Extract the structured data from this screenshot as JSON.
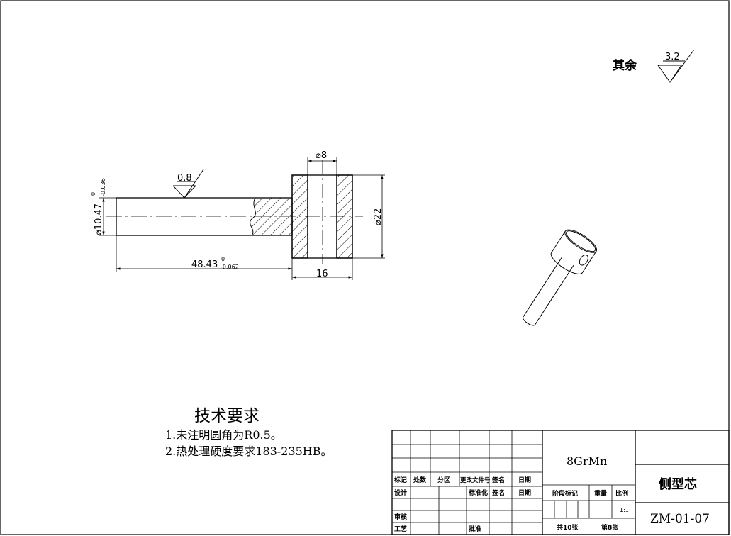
{
  "roughness": {
    "general_label": "其余",
    "general_value": "3.2",
    "shaft_value": "0.8"
  },
  "dimensions": {
    "hole_dia": "⌀8",
    "flange_dia": "⌀22",
    "shaft_dia": "⌀10.47",
    "shaft_dia_upper": "0",
    "shaft_dia_lower": "-0.036",
    "shaft_len": "48.43",
    "shaft_len_upper": "0",
    "shaft_len_lower": "-0.062",
    "flange_width": "16"
  },
  "tech_requirements": {
    "title": "技术要求",
    "items": [
      "1.未注明圆角为R0.5。",
      "2.热处理硬度要求183-235HB。"
    ]
  },
  "title_block": {
    "material": "8GrMn",
    "part_name": "侧型芯",
    "drawing_number": "ZM-01-07",
    "scale": "1:1",
    "headers": {
      "mark": "标记",
      "count": "处数",
      "zone": "分区",
      "change_doc": "更改文件号",
      "signature": "签名",
      "date": "日期",
      "design": "设计",
      "standardization": "标准化",
      "stage_mark": "阶段标记",
      "weight": "重量",
      "scale_label": "比例",
      "review": "审核",
      "process": "工艺",
      "approval": "批准",
      "total_sheets": "共10张",
      "sheet_no": "第8张"
    }
  }
}
